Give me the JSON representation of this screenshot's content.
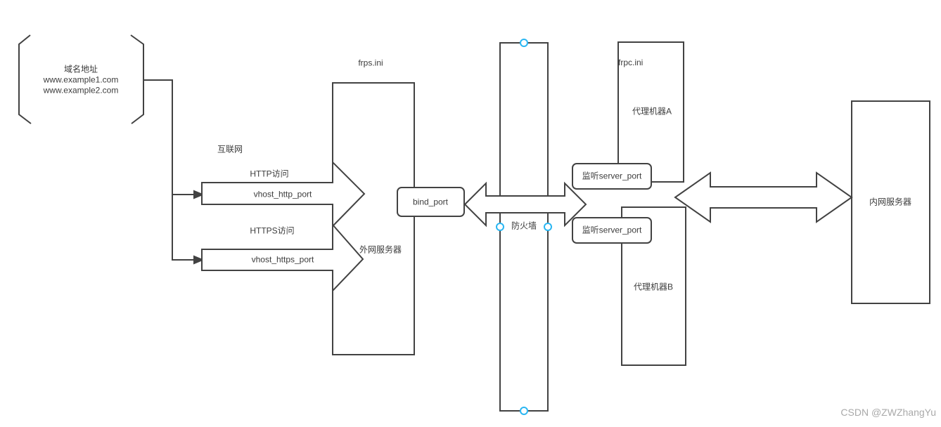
{
  "diagram": {
    "domain_box": {
      "title": "域名地址",
      "line1": "www.example1.com",
      "line2": "www.example2.com"
    },
    "labels": {
      "internet": "互联网",
      "http_access": "HTTP访问",
      "https_access": "HTTPS访问",
      "frps_ini": "frps.ini",
      "external_server": "外网服务器",
      "firewall": "防火墙",
      "frpc_ini": "frpc.ini",
      "proxy_machine_a": "代理机器A",
      "proxy_machine_b": "代理机器B",
      "internal_server": "内网服务器"
    },
    "ports": {
      "vhost_http": "vhost_http_port",
      "vhost_https": "vhost_https_port",
      "bind": "bind_port",
      "listen_a": "监听server_port",
      "listen_b": "监听server_port"
    }
  },
  "watermark": {
    "text": "CSDN @ZWZhangYu"
  },
  "colors": {
    "stroke": "#424242",
    "text": "#3c3c3c",
    "selection_handle": "#29b6f2",
    "watermark": "#a9a9a9",
    "background": "#ffffff"
  }
}
